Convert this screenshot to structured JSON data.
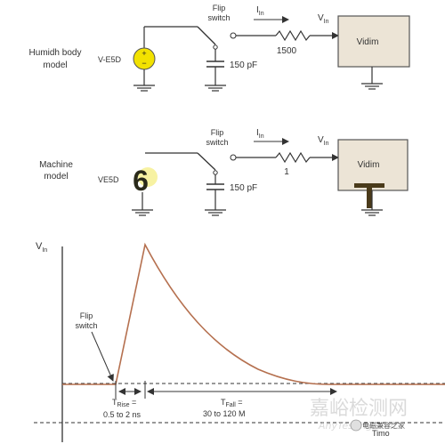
{
  "circuits": {
    "human_body": {
      "model_label_line1": "Humidh body",
      "model_label_line2": "model",
      "source_label": "V-E5D",
      "switch_label_line1": "Flip",
      "switch_label_line2": "switch",
      "current_label": "I",
      "current_sub": "In",
      "voltage_label": "V",
      "voltage_sub": "In",
      "resistor_value": "1500",
      "capacitor_value": "150 pF",
      "load_label": "Vidim"
    },
    "machine": {
      "model_label_line1": "Machine",
      "model_label_line2": "model",
      "source_label": "VE5D",
      "source_symbol": "6",
      "switch_label_line1": "Flip",
      "switch_label_line2": "switch",
      "current_label": "I",
      "current_sub": "In",
      "voltage_label": "V",
      "voltage_sub": "In",
      "resistor_value": "1",
      "capacitor_value": "150 pF",
      "load_label": "Vidim"
    }
  },
  "waveform": {
    "y_axis_label": "V",
    "y_axis_sub": "In",
    "x_axis_label": "Timo",
    "flip_label_line1": "Flip",
    "flip_label_line2": "switch",
    "rise_label": "T",
    "rise_sub": "Rise",
    "rise_eq": " =",
    "rise_value": "0.5 to 2 ns",
    "fall_label": "T",
    "fall_sub": "Fall",
    "fall_eq": " =",
    "fall_value": "30  to 120 M",
    "curve_color": "#b5704f"
  },
  "watermark": {
    "text_cn": "嘉峪检测网",
    "text_en": "AnyTesting.com",
    "badge_text": "电磁兼容之家"
  }
}
